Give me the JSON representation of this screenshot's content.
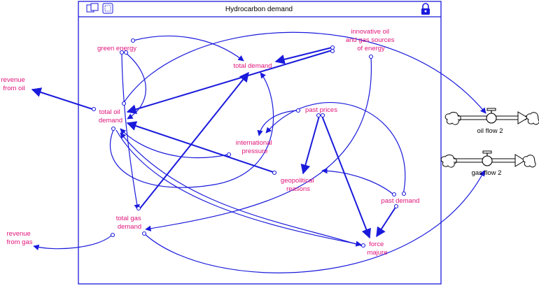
{
  "window": {
    "title": "Hydrocarbon demand"
  },
  "colors": {
    "frame": "#1a1adc",
    "variable_text": "#e0147a",
    "arrow": "#1a1adc"
  },
  "variables": {
    "green_energy": [
      "green energy"
    ],
    "total_demand": [
      "total demand"
    ],
    "innovative_sources": [
      "innovative oil",
      "and gas sources",
      "of energy"
    ],
    "revenue_from_oil": [
      "revenue",
      "from oil"
    ],
    "total_oil_demand": [
      "total oil",
      "demand"
    ],
    "past_prices": [
      "past prices"
    ],
    "international_pressure": [
      "international",
      "pressure"
    ],
    "geopolitical_reasons": [
      "geopolitical",
      "reasons"
    ],
    "past_demand": [
      "past demand"
    ],
    "total_gas_demand": [
      "total gas",
      "demand"
    ],
    "revenue_from_gas": [
      "revenue",
      "from gas"
    ],
    "force_majure": [
      "force",
      "majure"
    ]
  },
  "flows": {
    "oil_flow": "oil flow 2",
    "gas_flow": "gas flow 2"
  },
  "icons": {
    "view_toggle": "view-toggle-icon",
    "frame_select": "frame-select-icon",
    "lock": "lock-icon"
  }
}
